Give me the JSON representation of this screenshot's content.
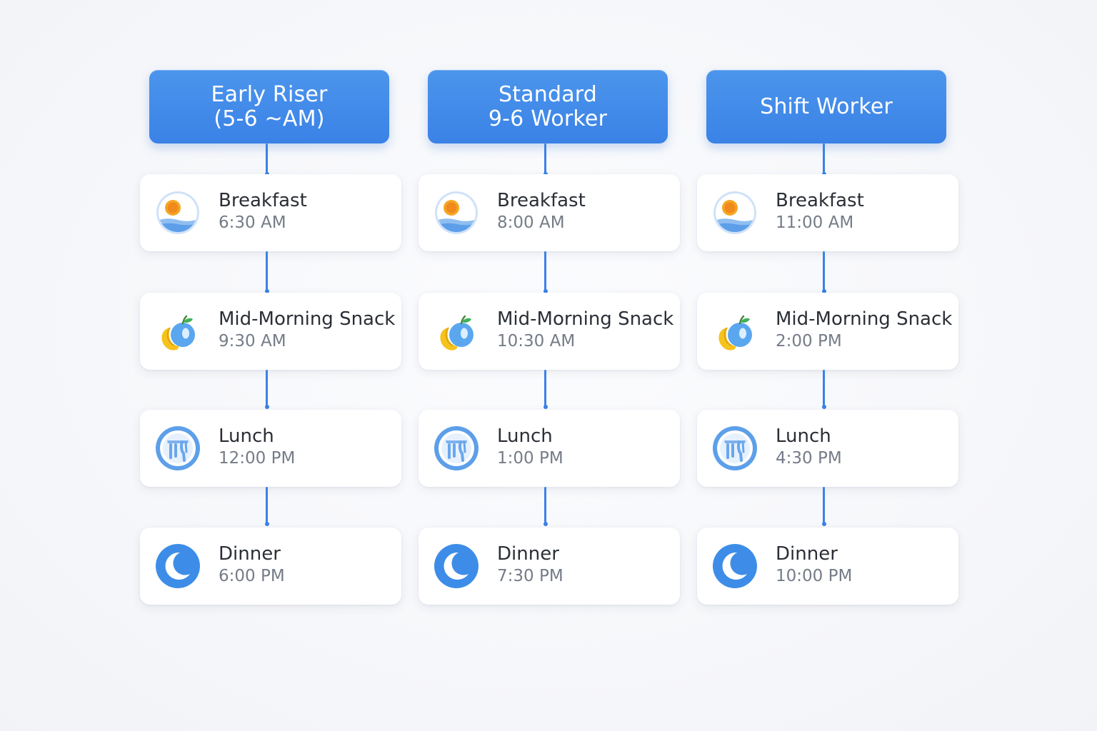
{
  "columns": [
    {
      "title_lines": [
        "Early Riser",
        "(5-6 ~AM)"
      ],
      "meals": [
        {
          "name": "Breakfast",
          "time": "6:30 AM",
          "icon": "sunrise-plate-icon"
        },
        {
          "name": "Mid-Morning Snack",
          "time": "9:30 AM",
          "icon": "fruit-icon"
        },
        {
          "name": "Lunch",
          "time": "12:00 PM",
          "icon": "lunch-utensils-icon"
        },
        {
          "name": "Dinner",
          "time": "6:00 PM",
          "icon": "moon-icon"
        }
      ]
    },
    {
      "title_lines": [
        "Standard",
        "9-6 Worker"
      ],
      "meals": [
        {
          "name": "Breakfast",
          "time": "8:00 AM",
          "icon": "sunrise-plate-icon"
        },
        {
          "name": "Mid-Morning Snack",
          "time": "10:30 AM",
          "icon": "fruit-icon"
        },
        {
          "name": "Lunch",
          "time": "1:00 PM",
          "icon": "lunch-utensils-icon"
        },
        {
          "name": "Dinner",
          "time": "7:30 PM",
          "icon": "moon-icon"
        }
      ]
    },
    {
      "title_lines": [
        "Shift Worker"
      ],
      "meals": [
        {
          "name": "Breakfast",
          "time": "11:00 AM",
          "icon": "sunrise-plate-icon"
        },
        {
          "name": "Mid-Morning Snack",
          "time": "2:00 PM",
          "icon": "fruit-icon"
        },
        {
          "name": "Lunch",
          "time": "4:30 PM",
          "icon": "lunch-utensils-icon"
        },
        {
          "name": "Dinner",
          "time": "10:00 PM",
          "icon": "moon-icon"
        }
      ]
    }
  ],
  "colors": {
    "accent": "#3a82e6",
    "card_bg": "#ffffff",
    "meal_text": "#2b2f36",
    "time_text": "#757c87"
  }
}
